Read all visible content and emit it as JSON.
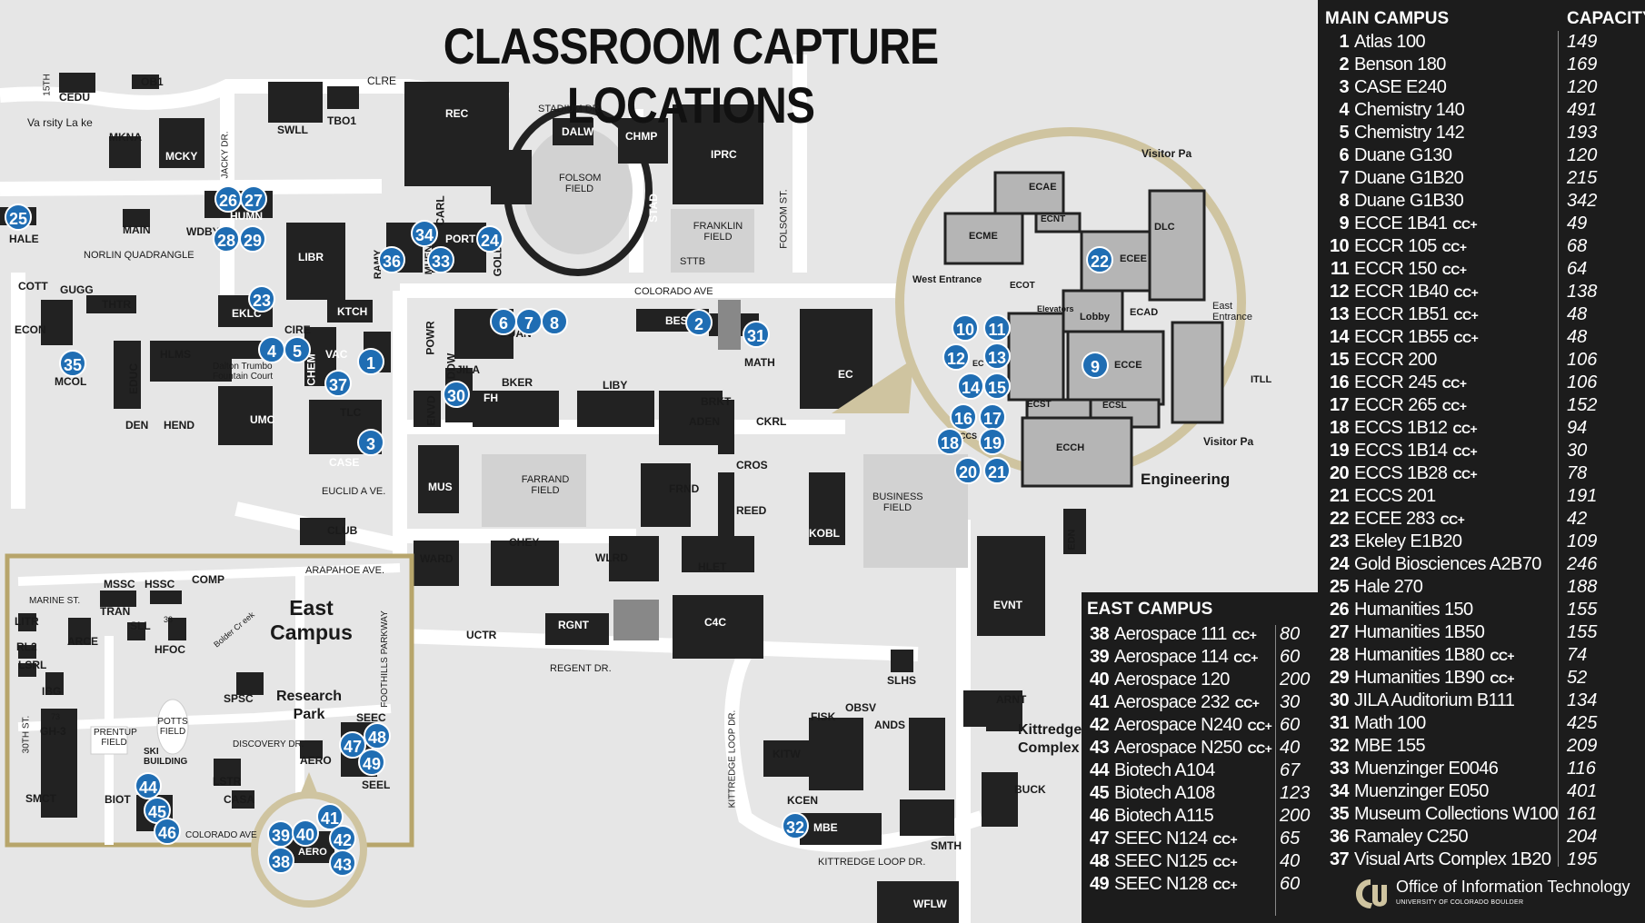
{
  "title": "CLASSROOM CAPTURE LOCATIONS",
  "colors": {
    "pin": "#1f6db3",
    "building": "#222222",
    "gold": "#cfc4a0",
    "panel": "#1c1c1c",
    "road": "#ffffff",
    "field": "#d2d2d2"
  },
  "map": {
    "building_labels": [
      "CEDU",
      "OB1",
      "15TH",
      "CLRE",
      "SWLL",
      "TBO1",
      "REC",
      "STADIUM DR.",
      "DALW",
      "CHMP",
      "IPRC",
      "Va rsity La ke",
      "MKNA",
      "MCKY",
      "JACKY DR.",
      "FOLSOM FIELD",
      "STAD",
      "FRANKLIN FIELD",
      "FOLSOM ST.",
      "HUMN",
      "HALE",
      "MAIN",
      "WDBY",
      "CARL",
      "PORT",
      "GOLD",
      "MUEN",
      "STTB",
      "NORLIN QUADRANGLE",
      "LIBR",
      "RAMY",
      "COTT",
      "GUGG",
      "THTR",
      "EKLC",
      "KTCH",
      "COLORADO AVE",
      "BESC",
      "ECON",
      "CIRE",
      "CHEM",
      "DUAN",
      "MATH",
      "HLMS",
      "VAC",
      "POWR",
      "JILA",
      "EC",
      "MCOL",
      "EDUC",
      "Dalton Trumbo Fountain Court",
      "ENVD",
      "DDW",
      "BKER",
      "LIBY",
      "BRKT",
      "ADEN",
      "CKRL",
      "DEN",
      "HEND",
      "UMC",
      "TLC",
      "FH",
      "CASE",
      "CROS",
      "MUS",
      "FARRAND FIELD",
      "FRND",
      "REED",
      "BUSINESS FIELD",
      "EUCLID A VE.",
      "KOBL",
      "CLUB",
      "ARAPAHOE AVE.",
      "WARD",
      "CHEY",
      "WLRD",
      "HLET",
      "EVNT",
      "EDN",
      "RGNT",
      "C4C",
      "UCTR",
      "REGENT DR.",
      "SLHS",
      "OBSV",
      "FISK",
      "ANDS",
      "ARNT",
      "KITTREDGE LOOP DR.",
      "KITW",
      "Kittredge Complex",
      "KCEN",
      "MBE",
      "BUCK",
      "SMTH",
      "KITTREDGE LOOP DR.",
      "WFLW"
    ],
    "east_campus_labels": [
      "MSSC",
      "HSSC",
      "COMP",
      "MARINE ST.",
      "TRAN",
      "LITR",
      "SLL",
      "33",
      "ARCE",
      "East Campus",
      "RL2",
      "HFOC",
      "LSRL",
      "Bolder Cr eek",
      "IBG",
      "SPSC",
      "FOOTHILLS PARKWAY",
      "Research Park",
      "30TH ST.",
      "73",
      "GH-3",
      "PRENTUP FIELD",
      "POTTS FIELD",
      "SEEC",
      "DISCOVERY DR.",
      "SKI BUILDING",
      "AERO",
      "BIOT",
      "LSTR",
      "SMCT",
      "CASA",
      "SEEL",
      "COLORADO AVE",
      "AERO"
    ],
    "inset_labels": [
      "Visitor Pa",
      "ECAE",
      "ECNT",
      "DLC",
      "ECME",
      "ECEE",
      "West Entrance",
      "ECOT",
      "Elevators",
      "Lobby",
      "ECAD",
      "East Entrance",
      "ECCE",
      "ITLL",
      "ECST",
      "ECSL",
      "Visitor Pa",
      "ECCH",
      "Engineering",
      "ECCS",
      "EC"
    ],
    "pins": [
      "1",
      "2",
      "3",
      "4",
      "5",
      "6",
      "7",
      "8",
      "23",
      "24",
      "25",
      "26",
      "27",
      "28",
      "29",
      "30",
      "31",
      "32",
      "33",
      "34",
      "35",
      "36",
      "37",
      "38",
      "39",
      "40",
      "41",
      "42",
      "43",
      "44",
      "45",
      "46",
      "47",
      "48",
      "49",
      "9",
      "10",
      "11",
      "12",
      "13",
      "14",
      "15",
      "16",
      "17",
      "18",
      "19",
      "20",
      "21",
      "22"
    ]
  },
  "main_campus": {
    "heading": "MAIN CAMPUS",
    "capacity_heading": "CAPACITY",
    "rows": [
      {
        "num": "1",
        "name": "Atlas 100",
        "cc": "",
        "cap": "149"
      },
      {
        "num": "2",
        "name": "Benson 180",
        "cc": "",
        "cap": "169"
      },
      {
        "num": "3",
        "name": "CASE E240",
        "cc": "",
        "cap": "120"
      },
      {
        "num": "4",
        "name": "Chemistry 140",
        "cc": "",
        "cap": "491"
      },
      {
        "num": "5",
        "name": "Chemistry 142",
        "cc": "",
        "cap": "193"
      },
      {
        "num": "6",
        "name": "Duane G130",
        "cc": "",
        "cap": "120"
      },
      {
        "num": "7",
        "name": "Duane G1B20",
        "cc": "",
        "cap": "215"
      },
      {
        "num": "8",
        "name": "Duane G1B30",
        "cc": "",
        "cap": "342"
      },
      {
        "num": "9",
        "name": "ECCE 1B41",
        "cc": "CC+",
        "cap": "49"
      },
      {
        "num": "10",
        "name": "ECCR 105",
        "cc": "CC+",
        "cap": "68"
      },
      {
        "num": "11",
        "name": "ECCR 150",
        "cc": "CC+",
        "cap": "64"
      },
      {
        "num": "12",
        "name": "ECCR 1B40",
        "cc": "CC+",
        "cap": "138"
      },
      {
        "num": "13",
        "name": "ECCR 1B51",
        "cc": "CC+",
        "cap": "48"
      },
      {
        "num": "14",
        "name": "ECCR 1B55",
        "cc": "CC+",
        "cap": "48"
      },
      {
        "num": "15",
        "name": "ECCR 200",
        "cc": "",
        "cap": "106"
      },
      {
        "num": "16",
        "name": "ECCR 245",
        "cc": "CC+",
        "cap": "106"
      },
      {
        "num": "17",
        "name": "ECCR 265",
        "cc": "CC+",
        "cap": "152"
      },
      {
        "num": "18",
        "name": "ECCS 1B12",
        "cc": "CC+",
        "cap": "94"
      },
      {
        "num": "19",
        "name": "ECCS 1B14",
        "cc": "CC+",
        "cap": "30"
      },
      {
        "num": "20",
        "name": "ECCS 1B28",
        "cc": "CC+",
        "cap": "78"
      },
      {
        "num": "21",
        "name": "ECCS 201",
        "cc": "",
        "cap": "191"
      },
      {
        "num": "22",
        "name": "ECEE 283",
        "cc": "CC+",
        "cap": "42"
      },
      {
        "num": "23",
        "name": "Ekeley E1B20",
        "cc": "",
        "cap": "109"
      },
      {
        "num": "24",
        "name": "Gold Biosciences A2B70",
        "cc": "",
        "cap": "246"
      },
      {
        "num": "25",
        "name": "Hale 270",
        "cc": "",
        "cap": "188"
      },
      {
        "num": "26",
        "name": "Humanities 150",
        "cc": "",
        "cap": "155"
      },
      {
        "num": "27",
        "name": "Humanities 1B50",
        "cc": "",
        "cap": "155"
      },
      {
        "num": "28",
        "name": "Humanities 1B80",
        "cc": "CC+",
        "cap": "74"
      },
      {
        "num": "29",
        "name": "Humanities 1B90",
        "cc": "CC+",
        "cap": "52"
      },
      {
        "num": "30",
        "name": "JILA Auditorium B111",
        "cc": "",
        "cap": "134"
      },
      {
        "num": "31",
        "name": "Math 100",
        "cc": "",
        "cap": "425"
      },
      {
        "num": "32",
        "name": "MBE 155",
        "cc": "",
        "cap": "209"
      },
      {
        "num": "33",
        "name": "Muenzinger E0046",
        "cc": "",
        "cap": "116"
      },
      {
        "num": "34",
        "name": "Muenzinger E050",
        "cc": "",
        "cap": "401"
      },
      {
        "num": "35",
        "name": "Museum Collections W100",
        "cc": "",
        "cap": "161"
      },
      {
        "num": "36",
        "name": "Ramaley C250",
        "cc": "",
        "cap": "204"
      },
      {
        "num": "37",
        "name": "Visual Arts Complex 1B20",
        "cc": "",
        "cap": "195"
      }
    ]
  },
  "east_campus": {
    "heading": "EAST CAMPUS",
    "rows": [
      {
        "num": "38",
        "name": "Aerospace 111",
        "cc": "CC+",
        "cap": "80"
      },
      {
        "num": "39",
        "name": "Aerospace 114",
        "cc": "CC+",
        "cap": "60"
      },
      {
        "num": "40",
        "name": "Aerospace 120",
        "cc": "",
        "cap": "200"
      },
      {
        "num": "41",
        "name": "Aerospace 232",
        "cc": "CC+",
        "cap": "30"
      },
      {
        "num": "42",
        "name": "Aerospace N240",
        "cc": "CC+",
        "cap": "60"
      },
      {
        "num": "43",
        "name": "Aerospace N250",
        "cc": "CC+",
        "cap": "40"
      },
      {
        "num": "44",
        "name": "Biotech A104",
        "cc": "",
        "cap": "67"
      },
      {
        "num": "45",
        "name": "Biotech A108",
        "cc": "",
        "cap": "123"
      },
      {
        "num": "46",
        "name": "Biotech A115",
        "cc": "",
        "cap": "200"
      },
      {
        "num": "47",
        "name": "SEEC N124",
        "cc": "CC+",
        "cap": "65"
      },
      {
        "num": "48",
        "name": "SEEC N125",
        "cc": "CC+",
        "cap": "40"
      },
      {
        "num": "49",
        "name": "SEEC N128",
        "cc": "CC+",
        "cap": "60"
      }
    ]
  },
  "footer": {
    "name": "Office of Information Technology",
    "sub": "UNIVERSITY OF COLORADO BOULDER",
    "logo_icon": "cu-logo-icon"
  }
}
